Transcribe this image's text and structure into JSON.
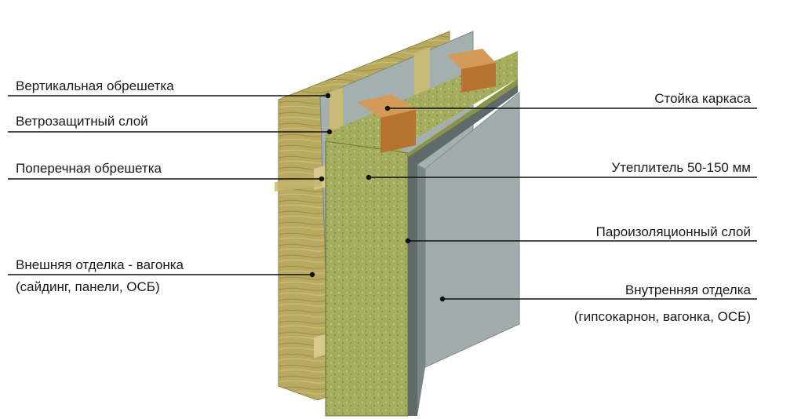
{
  "labels": {
    "vertical_batten": "Вертикальная обрешетка",
    "wind_barrier": "Ветрозащитный слой",
    "cross_batten": "Поперечная обрешетка",
    "exterior_finish_line1": "Внешняя отделка - вагонка",
    "exterior_finish_line2": "(сайдинг, панели, ОСБ)",
    "frame_stud": "Стойка каркаса",
    "insulation": "Утеплитель  50-150 мм",
    "vapor_barrier": "Пароизоляционный слой",
    "interior_finish_line1": "Внутренняя отделка",
    "interior_finish_line2": "(гипсокарнон, вагонка, ОСБ)"
  },
  "colors": {
    "wood": "#b7a75c",
    "wood_dark": "#8f8240",
    "membrane": "#9aa8a6",
    "insulation": "#a7ad5e",
    "insulation_dark": "#7e8640",
    "stud": "#c98842",
    "vapor": "#5f6a6b",
    "interior": "#a3acad",
    "line": "#111111"
  }
}
